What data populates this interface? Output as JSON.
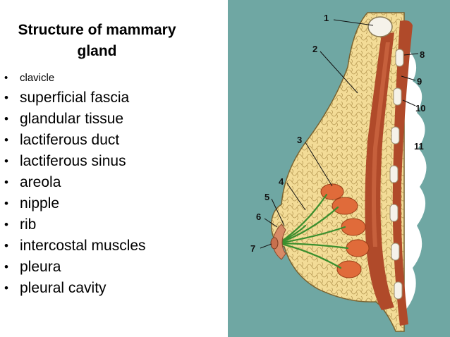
{
  "title": {
    "line1": "Structure of mammary",
    "line2": "gland"
  },
  "terms": [
    "clavicle",
    "superficial fascia",
    "glandular tissue",
    "lactiferous duct",
    "lactiferous sinus",
    "areola",
    "nipple",
    "rib",
    "intercostal muscles",
    "pleura",
    "pleural cavity"
  ],
  "bullet_glyph": "•",
  "figure": {
    "callouts": [
      "1",
      "2",
      "3",
      "4",
      "5",
      "6",
      "7",
      "8",
      "9",
      "10",
      "11"
    ],
    "colors": {
      "background": "#6fa7a3",
      "fat_tissue": "#f3dc97",
      "fat_lobule_line": "#b99b55",
      "muscle": "#b04a2a",
      "muscle_light": "#d9734a",
      "gland_lobes": "#e06b3a",
      "ducts": "#3b8f2e",
      "rib": "#f5f2ea",
      "pleura_cavity": "#ffffff"
    }
  }
}
